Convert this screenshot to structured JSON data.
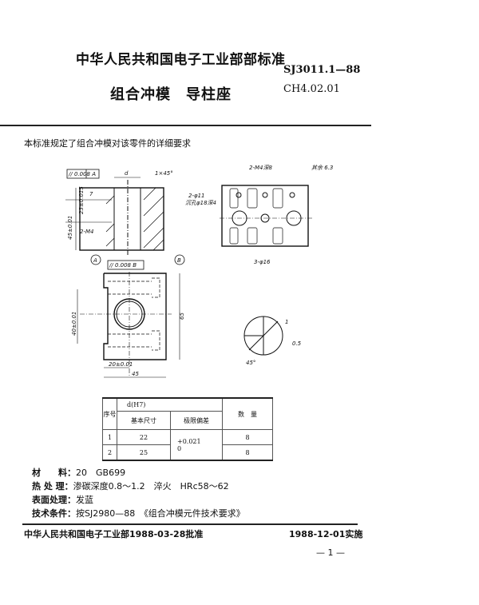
{
  "header": {
    "organization": "中华人民共和国电子工业部部标准",
    "standard_code": "SJ3011.1—88",
    "part_code": "CH4.02.01",
    "title": "组合冲模　导柱座"
  },
  "intro": "本标准规定了组合冲模对该零件的详细要求",
  "drawing": {
    "labels": {
      "flatness_a": "// 0.008 A",
      "flatness_b": "// 0.008 B",
      "d": "d",
      "chamfer": "1×45°",
      "dim_7": "7",
      "dim_23": "23±0.015",
      "dim_45": "45±0.01",
      "tap": "2-M4",
      "datum_a": "A",
      "datum_b": "B",
      "dim_40": "40±0.01",
      "dim_65": "65",
      "dim_20": "20±0.01",
      "dim_45b": "45",
      "tap2": "2-M4深8",
      "holes2": "2-φ11",
      "holes2_note": "沉孔φ18深4",
      "holes3": "3-φ16",
      "rough": "其余 6.3",
      "angle": "45°",
      "dim_1": "1",
      "dim_05": "0.5"
    }
  },
  "table": {
    "headers": {
      "seq": "序号",
      "d": "d(H7)",
      "basic": "基本尺寸",
      "tolerance": "极限偏差",
      "qty": "数　量"
    },
    "rows": [
      {
        "seq": "1",
        "basic": "22",
        "qty": "8"
      },
      {
        "seq": "2",
        "basic": "25",
        "qty": "8"
      }
    ],
    "tolerance_upper": "+0.021",
    "tolerance_lower": "0"
  },
  "specs": [
    {
      "label": "材　　料：",
      "value": "20　GB699"
    },
    {
      "label": "热 处 理：",
      "value": "渗碳深度0.8～1.2　淬火　HRc58～62"
    },
    {
      "label": "表面处理：",
      "value": "发蓝"
    },
    {
      "label": "技术条件：",
      "value": "按SJ2980—88　《组合冲模元件技术要求》"
    }
  ],
  "footer": {
    "approval": "中华人民共和国电子工业部1988-03-28批准",
    "effective": "1988-12-01实施",
    "page": "— 1 —"
  }
}
